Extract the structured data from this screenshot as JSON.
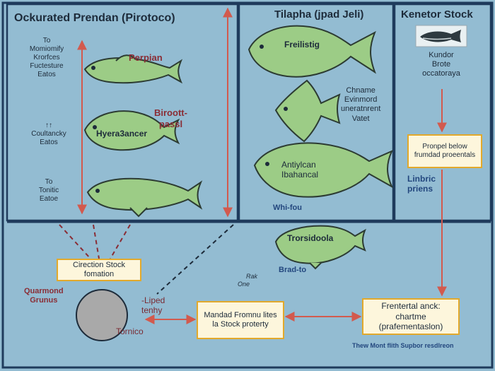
{
  "panels": {
    "left_title": "Ockurated Prendan (Pirotoco)",
    "middle_title": "Tilapha (jpad Jeli)",
    "right_title": "Kenetor Stock"
  },
  "left": {
    "note1": [
      "To",
      "Momiomify",
      "Krorfces",
      "Fuctesture",
      "Eatos"
    ],
    "note2": [
      "Coultancky",
      "Eatos"
    ],
    "note2_mark": "↑↑",
    "note3": [
      "To",
      "Tonitic",
      "Eatoe"
    ],
    "fish1_label": "Perpian",
    "fish2_label": "Hyera3ancer",
    "side_label": [
      "Biroott-",
      "passl"
    ]
  },
  "middle": {
    "fish1_label": "Freilistig",
    "fish2_caption": [
      "Chname",
      "Evinmord",
      "uneratnrent",
      "Vatet"
    ],
    "fish3_label": [
      "Antiylcan",
      "Ibahancal"
    ],
    "whi_label": "Whi-fou"
  },
  "right": {
    "fish_caption": [
      "Kundor",
      "Brote",
      "occatoraya"
    ],
    "box": "Pronpel below frumdad proeentals",
    "side_label": [
      "Linbric",
      "priens"
    ]
  },
  "bottom": {
    "fish_label": "Trorsidoola",
    "brad_label": "Brad-to",
    "rak_label": [
      "Rak",
      "One"
    ],
    "box_formation": "Cirection Stock fomation",
    "quarmond": [
      "Quarmond",
      "Grunus"
    ],
    "liped": [
      "-Liped",
      "tenhy"
    ],
    "tornico": "Tornico",
    "box_mandad": "Mandad Fromnu lites la Stock proterty",
    "box_frentertal": "Frentertal anck: chartme (prafementaslon)",
    "footer": "Thew Mont flith Supbor resdlreon"
  }
}
